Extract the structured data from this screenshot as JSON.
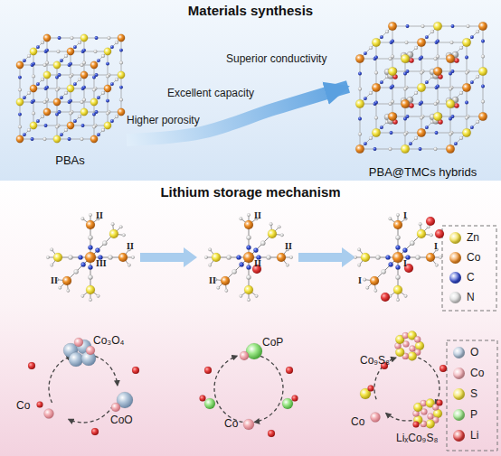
{
  "diagram": {
    "nodes": [
      {
        "text": [
          "Materials synthesis"
        ]
      },
      {
        "text": [
          "PBAs"
        ],
        "in": 0
      },
      {
        "text": [
          "PBA@TMCs hybrids"
        ],
        "in": 0
      },
      {
        "text": [
          "Lithium storage mechanism"
        ]
      }
    ],
    "edges": [
      {
        "from": 1,
        "to": 2,
        "arrow": "to"
      }
    ],
    "labels": [
      "Superior conductivity",
      "Excellent capacity",
      "Higher porosity",
      "II",
      "II",
      "III",
      "II",
      "II",
      "II",
      "II",
      "II",
      "I",
      "I",
      "I",
      "I",
      "Co₃O₄",
      "CoO",
      "Co",
      "CoP",
      "Co",
      "Co₉S₈",
      "LiₓCo₉S₈",
      "Co"
    ],
    "legend": [
      {
        "text": "Zn",
        "color": "#f2dc3a"
      },
      {
        "text": "Co",
        "color": "#ee8a22"
      },
      {
        "text": "C",
        "color": "#3048cc"
      },
      {
        "text": "N",
        "color": "#d8d8d8"
      },
      {
        "text": "O",
        "color": "#a9bfd6"
      },
      {
        "text": "Co",
        "color": "#f2a8b0"
      },
      {
        "text": "S",
        "color": "#f2e03c"
      },
      {
        "text": "P",
        "color": "#92e27e"
      },
      {
        "text": "Li",
        "color": "#e03a3a"
      }
    ]
  }
}
